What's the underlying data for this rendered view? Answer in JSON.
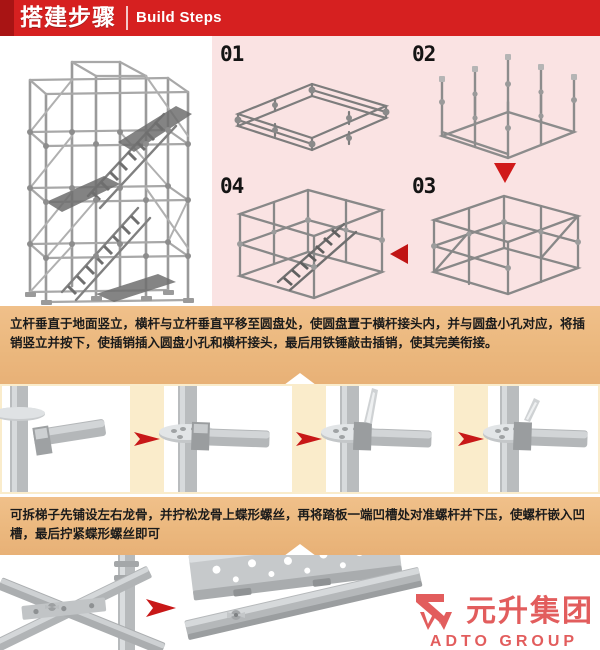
{
  "header": {
    "title_cn": "搭建步骤",
    "title_en": "Build Steps",
    "bar_color": "#a81414",
    "bg_color": "#d62020"
  },
  "hero": {
    "main_photo_alt": "ringlock-scaffolding-tower-with-stairs",
    "panel_bg": "#fae3e3",
    "steps": [
      {
        "badge": "01",
        "alt": "step-01-base-frame-layout"
      },
      {
        "badge": "02",
        "alt": "step-02-standards-erected"
      },
      {
        "badge": "03",
        "alt": "step-03-ledgers-and-braces"
      },
      {
        "badge": "04",
        "alt": "step-04-stair-unit-installed"
      }
    ],
    "arrows": [
      {
        "name": "arrow-down-02-to-03",
        "direction": "down",
        "color": "#d01a1a"
      },
      {
        "name": "arrow-left-03-to-04",
        "direction": "left",
        "color": "#c01515"
      }
    ]
  },
  "instructions": {
    "block1": "立杆垂直于地面竖立，横杆与立杆垂直平移至圆盘处，使圆盘置于横杆接头内，并与圆盘小孔对应，将插销竖立并按下，使插销插入圆盘小孔和横杆接头，最后用铁锤敲击插销，使其完美衔接。",
    "block2": "可拆梯子先铺设左右龙骨，并拧松龙骨上蝶形螺丝，再将踏板一端凹槽处对准螺杆并下压，使螺杆嵌入凹槽，最后拧紧蝶形螺丝即可",
    "band_color": "#ecb87e"
  },
  "strip1": {
    "bg_color": "#faeccb",
    "photos": [
      {
        "alt": "rosette-and-ledger-head-apart"
      },
      {
        "alt": "ledger-head-seated-on-rosette"
      },
      {
        "alt": "wedge-pin-inserted-upright"
      },
      {
        "alt": "wedge-pin-hammered-home"
      }
    ],
    "arrow_color": "#c81818"
  },
  "strip2": {
    "bg_color": "#faeccb",
    "photos": [
      {
        "alt": "left-and-right-stringers-laid-with-wing-bolts"
      },
      {
        "alt": "tread-groove-aligned-to-stud-and-pressed-down"
      }
    ],
    "arrow_color": "#c81818"
  },
  "watermark": {
    "brand_cn": "元升集团",
    "brand_en": "ADTO GROUP",
    "color": "#d81f1f"
  }
}
